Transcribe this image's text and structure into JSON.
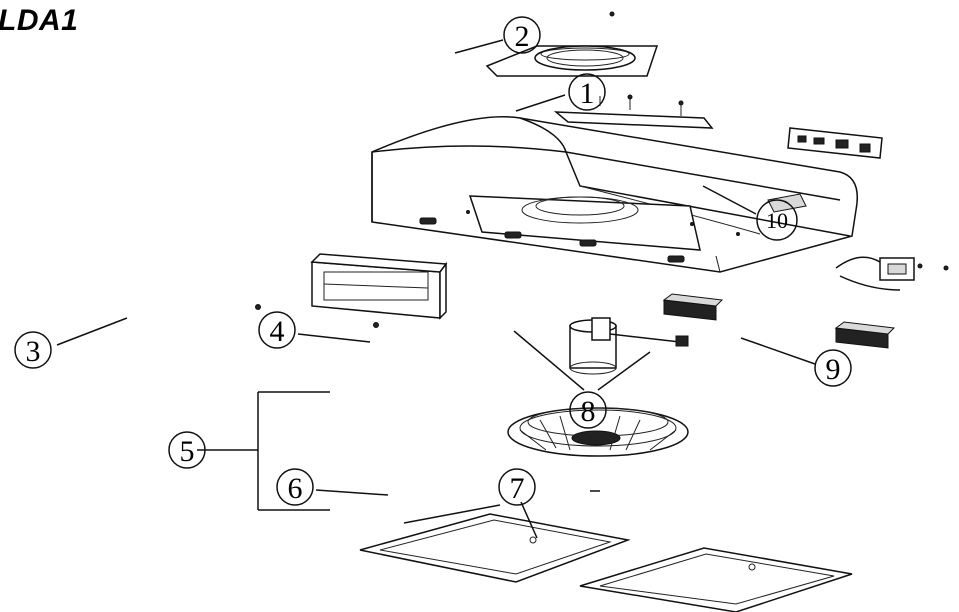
{
  "title": "LDA1",
  "callouts": [
    "1",
    "2",
    "3",
    "4",
    "5",
    "6",
    "7",
    "8",
    "9",
    "10"
  ]
}
